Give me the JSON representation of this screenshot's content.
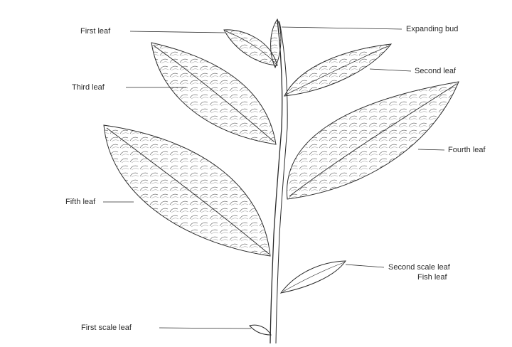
{
  "labels": {
    "first_leaf": "First leaf",
    "expanding_bud": "Expanding bud",
    "second_leaf": "Second leaf",
    "third_leaf": "Third leaf",
    "fourth_leaf": "Fourth leaf",
    "fifth_leaf": "Fifth leaf",
    "second_scale_leaf": "Second scale leaf",
    "fish_leaf": "Fish leaf",
    "first_scale_leaf": "First scale leaf"
  },
  "colors": {
    "ink": "#2a2a2a",
    "paper": "#ffffff"
  }
}
